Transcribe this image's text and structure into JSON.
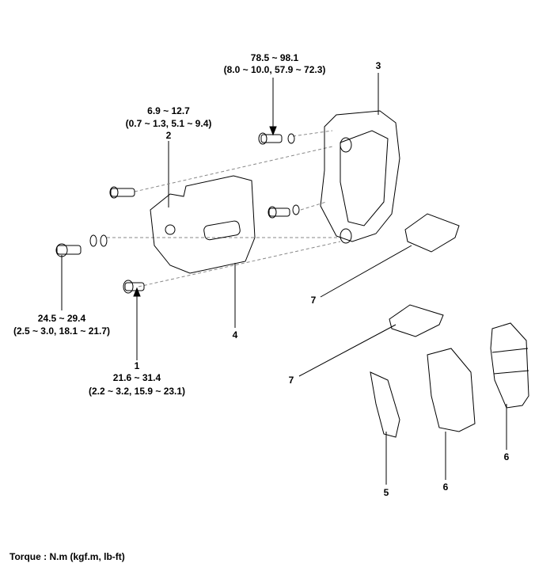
{
  "callouts": {
    "top_bolt": {
      "torque": "78.5 ~ 98.1",
      "torque_alt": "(8.0 ~ 10.0, 57.9 ~ 72.3)"
    },
    "part2": {
      "torque": "6.9 ~ 12.7",
      "torque_alt": "(0.7 ~ 1.3, 5.1 ~ 9.4)",
      "number": "2"
    },
    "part3": {
      "number": "3"
    },
    "left_bolt": {
      "torque": "24.5 ~ 29.4",
      "torque_alt": "(2.5 ~ 3.0, 18.1 ~ 21.7)"
    },
    "part1": {
      "number": "1",
      "torque": "21.6 ~ 31.4",
      "torque_alt": "(2.2 ~ 3.2, 15.9 ~ 23.1)"
    },
    "part4": {
      "number": "4"
    },
    "part7a": {
      "number": "7"
    },
    "part7b": {
      "number": "7"
    },
    "part5": {
      "number": "5"
    },
    "part6a": {
      "number": "6"
    },
    "part6b": {
      "number": "6"
    }
  },
  "footer": {
    "torque_units": "Torque : N.m (kgf.m, lb-ft)"
  }
}
